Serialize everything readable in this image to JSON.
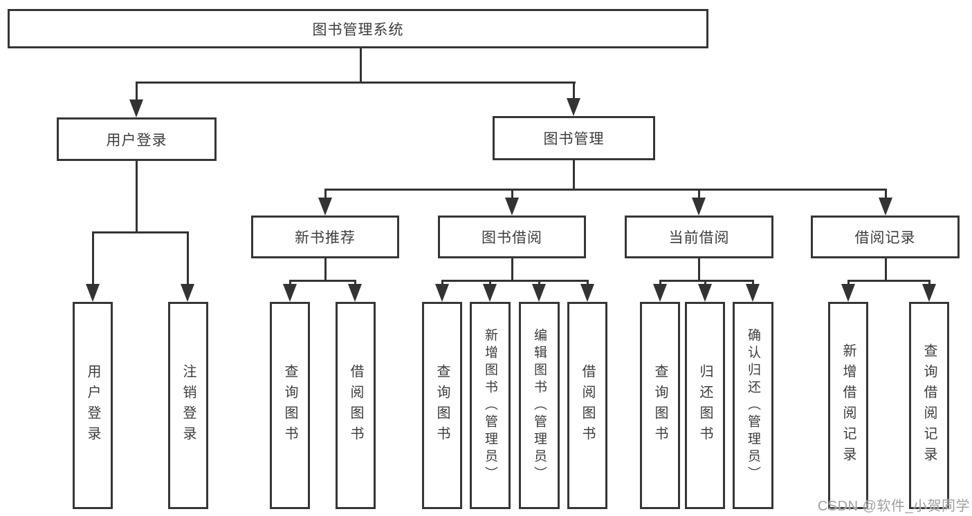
{
  "diagram": {
    "root_label": "图书管理系统",
    "login_branch": {
      "label": "用户登录",
      "children": [
        "用户登录",
        "注销登录"
      ]
    },
    "mgmt_branch": {
      "label": "图书管理"
    },
    "sections": [
      {
        "label": "新书推荐",
        "children": [
          "查询图书",
          "借阅图书"
        ]
      },
      {
        "label": "图书借阅",
        "children": [
          "查询图书",
          "新增图书（管理员）",
          "编辑图书（管理员）",
          "借阅图书"
        ]
      },
      {
        "label": "当前借阅",
        "children": [
          "查询图书",
          "归还图书",
          "确认归还（管理员）"
        ]
      },
      {
        "label": "借阅记录",
        "children": [
          "新增借阅记录",
          "查询借阅记录"
        ]
      }
    ]
  },
  "watermark": {
    "text": "CSDN @软件_小贺同学"
  },
  "colors": {
    "line": "#333333",
    "box_border": "#363636",
    "text": "#3d3d3d",
    "watermark": "#a0a0a0",
    "background": "#ffffff"
  }
}
